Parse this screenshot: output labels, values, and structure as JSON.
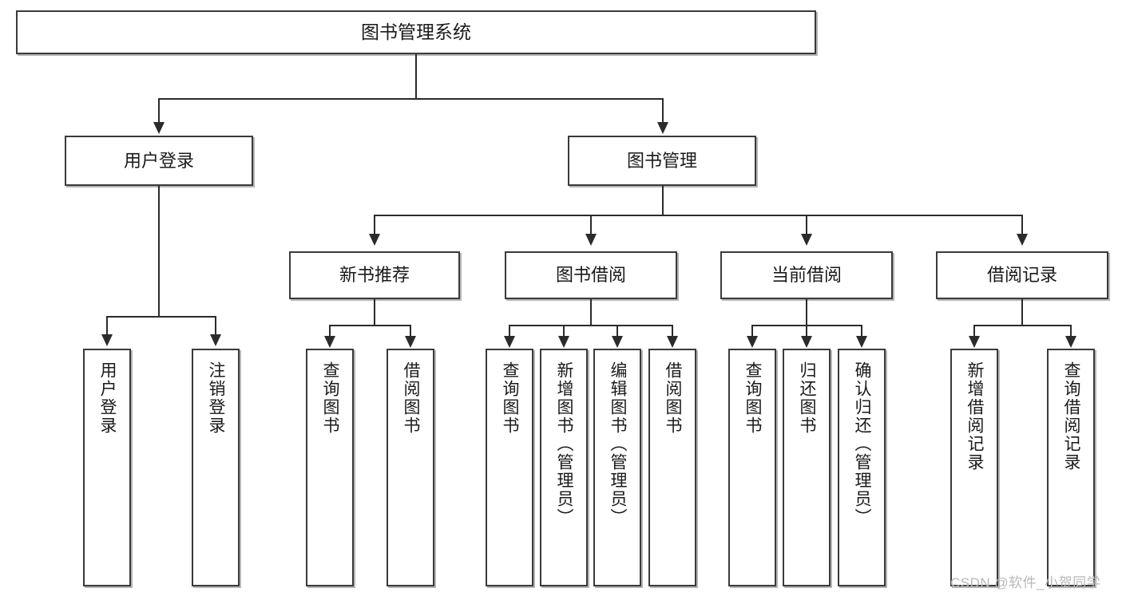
{
  "diagram": {
    "title": "图书管理系统",
    "type": "hierarchy-tree",
    "watermark": "CSDN @软件_小贺同学",
    "colors": {
      "box_border": "#3a3a3a",
      "connector": "#2b2b2b",
      "background": "#ffffff",
      "text": "#1a1a1a",
      "watermark": "#b9b9b9"
    },
    "nodes": {
      "root": {
        "label": "图书管理系统"
      },
      "level1": [
        {
          "label": "用户登录"
        },
        {
          "label": "图书管理"
        }
      ],
      "level2": [
        {
          "label": "新书推荐"
        },
        {
          "label": "图书借阅"
        },
        {
          "label": "当前借阅"
        },
        {
          "label": "借阅记录"
        }
      ],
      "leaves": {
        "user_login": [
          {
            "label": "用户登录"
          },
          {
            "label": "注销登录"
          }
        ],
        "new_book_recommend": [
          {
            "label": "查询图书"
          },
          {
            "label": "借阅图书"
          }
        ],
        "book_borrow": [
          {
            "label": "查询图书"
          },
          {
            "label": "新增图书（管理员）"
          },
          {
            "label": "编辑图书（管理员）"
          },
          {
            "label": "借阅图书"
          }
        ],
        "current_borrow": [
          {
            "label": "查询图书"
          },
          {
            "label": "归还图书"
          },
          {
            "label": "确认归还（管理员）"
          }
        ],
        "borrow_record": [
          {
            "label": "新增借阅记录"
          },
          {
            "label": "查询借阅记录"
          }
        ]
      }
    }
  }
}
